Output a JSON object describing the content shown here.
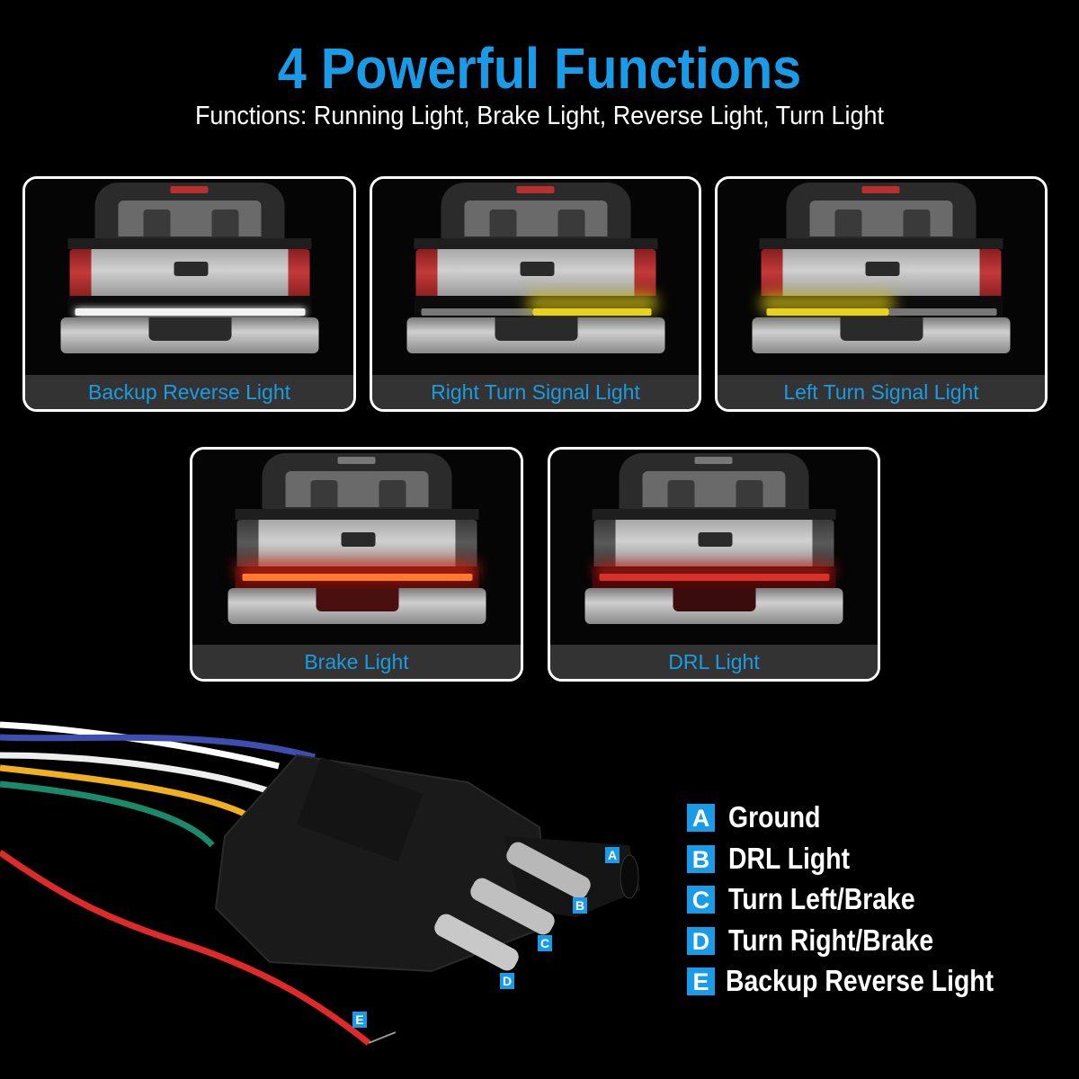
{
  "header": {
    "title": "4 Powerful Functions",
    "subtitle": "Functions: Running Light, Brake Light, Reverse Light, Turn Light"
  },
  "function_cards": [
    {
      "caption": "Backup Reverse Light",
      "light_color": "#f4f4f4",
      "strip_side": "full"
    },
    {
      "caption": "Right Turn Signal Light",
      "light_color": "#e8d21a",
      "strip_side": "right"
    },
    {
      "caption": "Left Turn Signal Light",
      "light_color": "#e8d21a",
      "strip_side": "left"
    },
    {
      "caption": "Brake Light",
      "light_color": "#ff6a2a",
      "strip_side": "full"
    },
    {
      "caption": "DRL Light",
      "light_color": "#d8302a",
      "strip_side": "full"
    }
  ],
  "connector": {
    "pin_labels": [
      "A",
      "B",
      "C",
      "D",
      "E"
    ],
    "wire_colors": [
      "#ffffff",
      "#3c4fb0",
      "#f0b020",
      "#1a8a6a",
      "#e02a2a"
    ]
  },
  "legend": {
    "items": [
      {
        "letter": "A",
        "label": "Ground"
      },
      {
        "letter": "B",
        "label": "DRL Light"
      },
      {
        "letter": "C",
        "label": "Turn Left/Brake"
      },
      {
        "letter": "D",
        "label": "Turn Right/Brake"
      },
      {
        "letter": "E",
        "label": "Backup Reverse Light"
      }
    ]
  },
  "colors": {
    "accent": "#1a9be8",
    "caption_text": "#1d9be0",
    "caption_bg": "#333333",
    "background": "#000000"
  }
}
